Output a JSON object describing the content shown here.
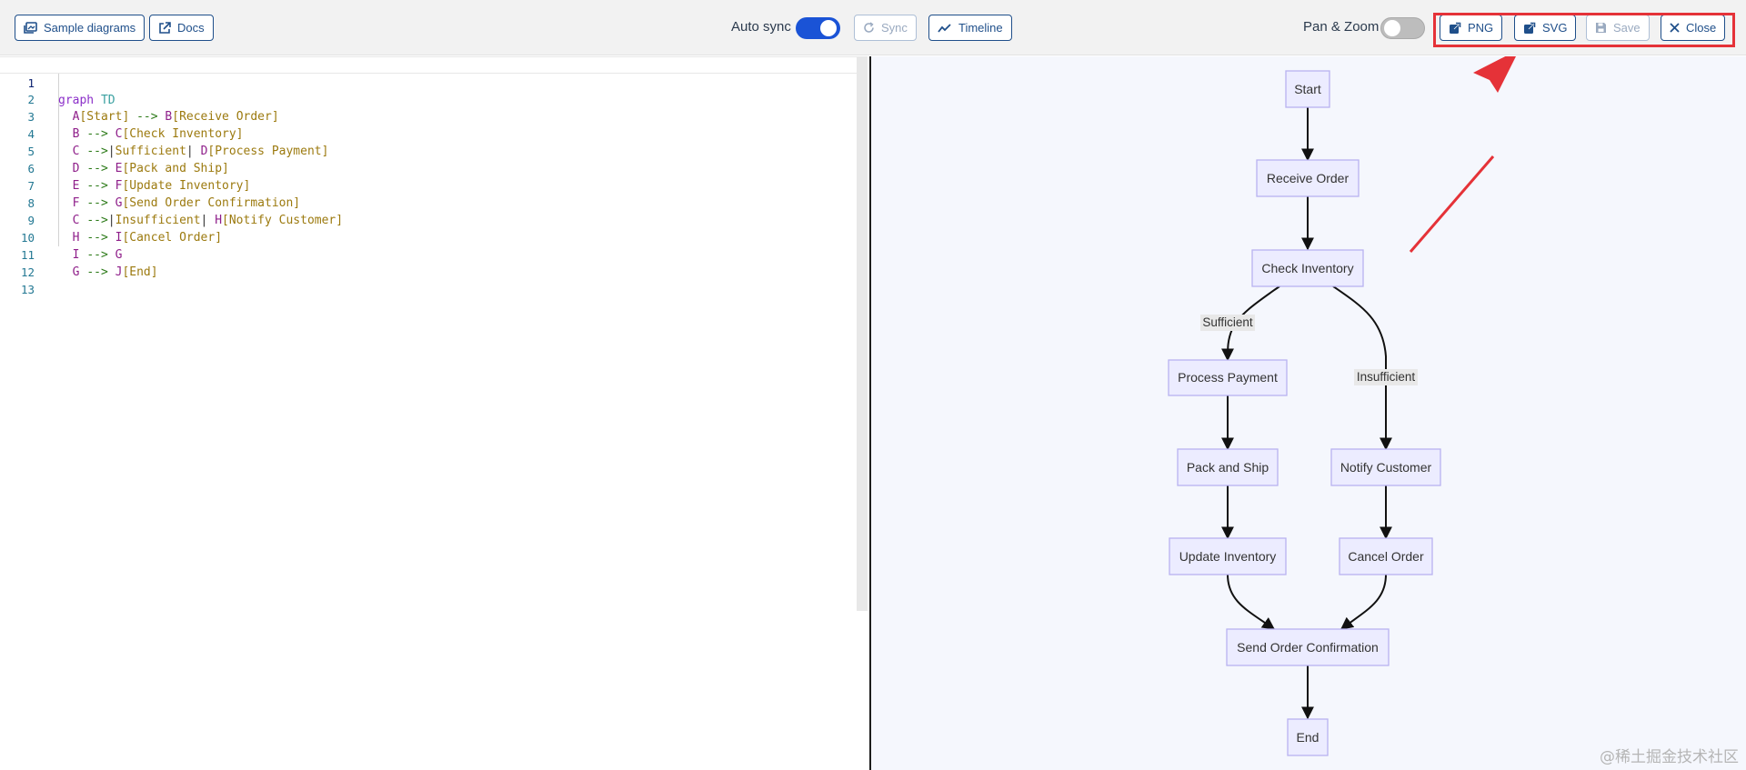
{
  "toolbar": {
    "sample_diagrams_label": "Sample diagrams",
    "docs_label": "Docs",
    "auto_sync_label": "Auto sync",
    "auto_sync_on": true,
    "sync_label": "Sync",
    "timeline_label": "Timeline",
    "pan_zoom_label": "Pan & Zoom",
    "pan_zoom_on": false,
    "png_label": "PNG",
    "svg_label": "SVG",
    "save_label": "Save",
    "close_label": "Close"
  },
  "editor": {
    "active_line": 1,
    "line_numbers": [
      "1",
      "2",
      "3",
      "4",
      "5",
      "6",
      "7",
      "8",
      "9",
      "10",
      "11",
      "12",
      "13"
    ],
    "lines": [
      "graph TD",
      "  A[Start] --> B[Receive Order]",
      "  B --> C[Check Inventory]",
      "  C -->|Sufficient| D[Process Payment]",
      "  D --> E[Pack and Ship]",
      "  E --> F[Update Inventory]",
      "  F --> G[Send Order Confirmation]",
      "  C -->|Insufficient| H[Notify Customer]",
      "  H --> I[Cancel Order]",
      "  I --> G",
      "  G --> J[End]",
      "",
      ""
    ]
  },
  "diagram": {
    "nodes": {
      "A": "Start",
      "B": "Receive Order",
      "C": "Check Inventory",
      "D": "Process Payment",
      "E": "Pack and Ship",
      "F": "Update Inventory",
      "G": "Send Order Confirmation",
      "H": "Notify Customer",
      "I": "Cancel Order",
      "J": "End"
    },
    "edge_labels": {
      "sufficient": "Sufficient",
      "insufficient": "Insufficient"
    },
    "node_fill": "#ececff",
    "node_stroke": "#b8b3f0",
    "edge_color": "#111111"
  },
  "annotation": {
    "highlight_color": "#e53238"
  },
  "watermark": "@稀土掘金技术社区"
}
